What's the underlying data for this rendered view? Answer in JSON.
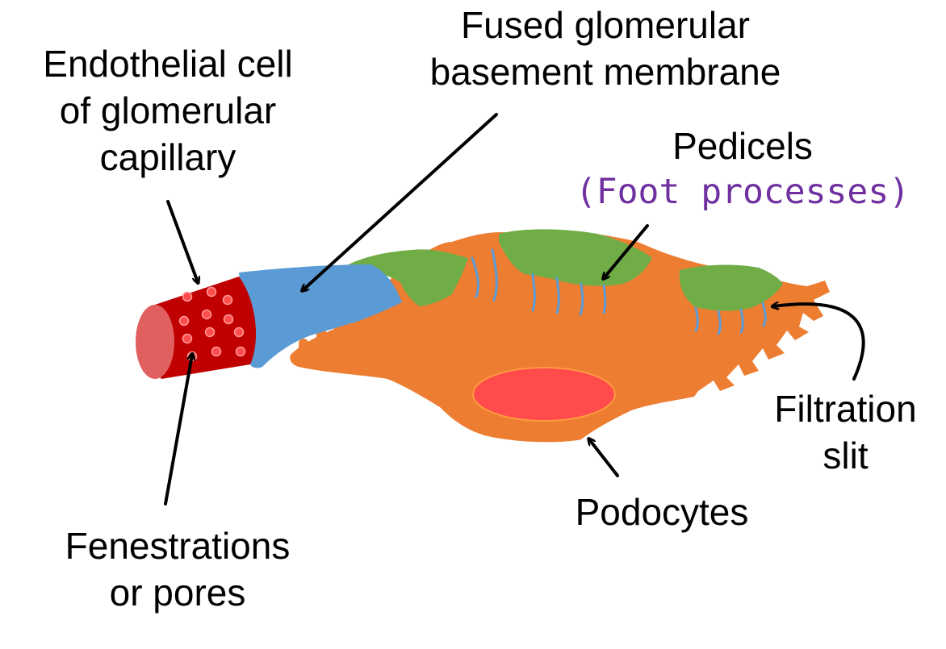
{
  "colors": {
    "capillary_red": "#c00000",
    "capillary_end": "#e06060",
    "pore": "#ff4d4d",
    "basement_membrane_blue": "#5b9bd5",
    "podocyte_orange": "#ed7d31",
    "pedicel_green": "#70ad47",
    "nucleus": "#ff4b4b",
    "highlight_purple": "#7030a0"
  },
  "labels": {
    "endothelial": {
      "line1": "Endothelial cell",
      "line2": "of glomerular",
      "line3": "capillary"
    },
    "gbm": {
      "line1": "Fused glomerular",
      "line2": "basement membrane"
    },
    "pedicels": {
      "line1": "Pedicels",
      "line2": "(Foot processes)"
    },
    "filtration": {
      "line1": "Filtration",
      "line2": "slit"
    },
    "podocytes": {
      "line1": "Podocytes"
    },
    "fenestrations": {
      "line1": "Fenestrations",
      "line2": "or pores"
    }
  }
}
